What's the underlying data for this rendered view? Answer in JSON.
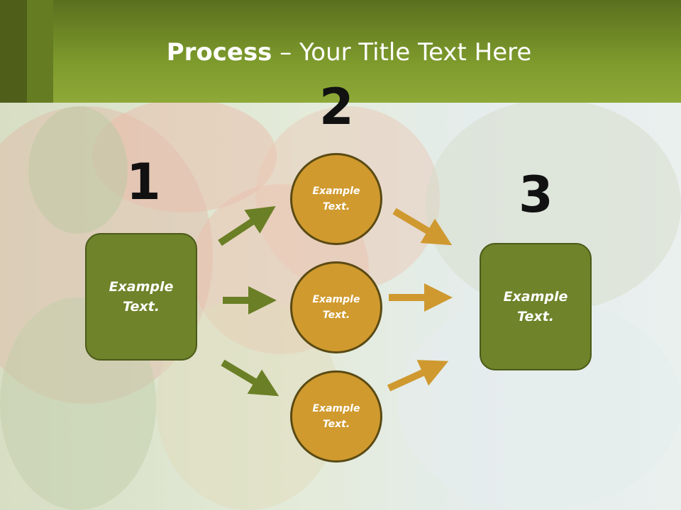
{
  "slide": {
    "title_bold": "Process",
    "title_rest": " – Your Title Text Here"
  },
  "steps": {
    "n1": "1",
    "n2": "2",
    "n3": "3"
  },
  "left_box": {
    "text": "Example Text."
  },
  "circles": [
    {
      "text": "Example Text."
    },
    {
      "text": "Example Text."
    },
    {
      "text": "Example Text."
    }
  ],
  "right_box": {
    "text": "Example Text."
  },
  "colors": {
    "header": "#7d9a2c",
    "box": "#6e832a",
    "circle": "#d09a2e",
    "green_arrow": "#6b7f26",
    "orange_arrow": "#cf9930"
  }
}
